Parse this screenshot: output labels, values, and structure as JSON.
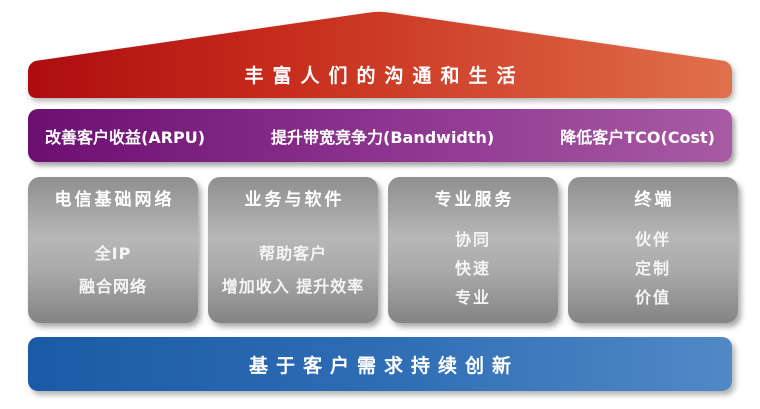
{
  "roof": {
    "label": "丰富人们的沟通和生活"
  },
  "goals_bar": {
    "items": [
      {
        "label": "改善客户收益(ARPU)"
      },
      {
        "label": "提升带宽竞争力(Bandwidth)"
      },
      {
        "label": "降低客户TCO(Cost)"
      }
    ]
  },
  "pillars": [
    {
      "title": "电信基础网络",
      "items": [
        "全IP",
        "融合网络"
      ]
    },
    {
      "title": "业务与软件",
      "items": [
        "帮助客户",
        "增加收入 提升效率"
      ]
    },
    {
      "title": "专业服务",
      "items": [
        "协同",
        "快速",
        "专业"
      ]
    },
    {
      "title": "终端",
      "items": [
        "伙伴",
        "定制",
        "价值"
      ]
    }
  ],
  "foundation_bar": {
    "label": "基于客户需求持续创新"
  },
  "colors": {
    "roof_gradient_left": "#ad0d10",
    "roof_gradient_right": "#e0704c",
    "goals_gradient_left": "#6b0f71",
    "goals_gradient_right": "#a85aa3",
    "pillar_gray_top": "#8f8f8f",
    "pillar_gray_mid": "#b7b7b7",
    "pillar_gray_bottom": "#848484",
    "foundation_gradient_left": "#1b5aa6",
    "foundation_gradient_right": "#5189c7",
    "text": "#ffffff",
    "background": "#ffffff"
  }
}
